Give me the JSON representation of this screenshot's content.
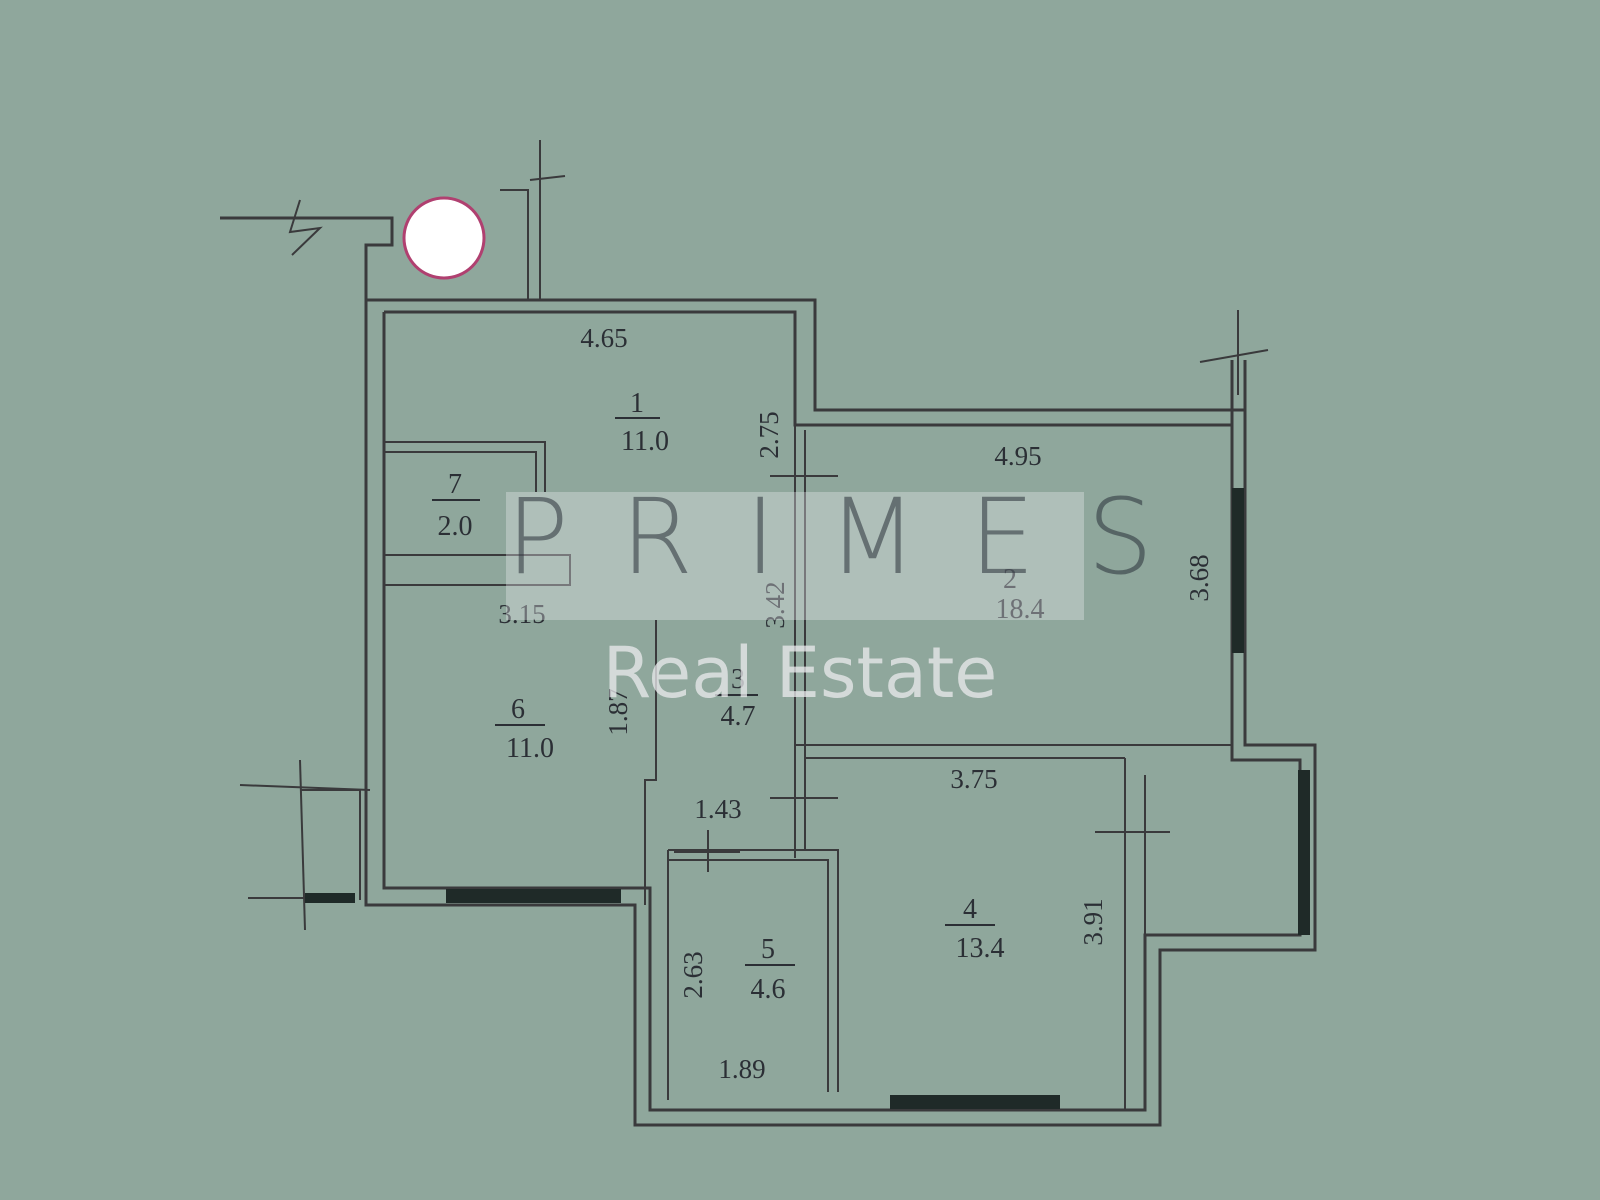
{
  "colors": {
    "paper": "#8fa79c",
    "wall": "#3a3a3c",
    "window": "#1f2a28",
    "shaft_outline": "#b04070"
  },
  "rooms": [
    {
      "number": "1",
      "area": "11.0"
    },
    {
      "number": "2",
      "area": "18.4"
    },
    {
      "number": "3",
      "area": "4.7"
    },
    {
      "number": "4",
      "area": "13.4"
    },
    {
      "number": "5",
      "area": "4.6"
    },
    {
      "number": "6",
      "area": "11.0"
    },
    {
      "number": "7",
      "area": "2.0"
    }
  ],
  "dimensions": [
    "4.65",
    "2.75",
    "4.95",
    "3.68",
    "3.15",
    "3.42",
    "1.87",
    "3.75",
    "1.43",
    "3.91",
    "2.63",
    "1.89"
  ],
  "watermark": {
    "brand": "PRIMES",
    "subtitle": "Real Estate"
  }
}
